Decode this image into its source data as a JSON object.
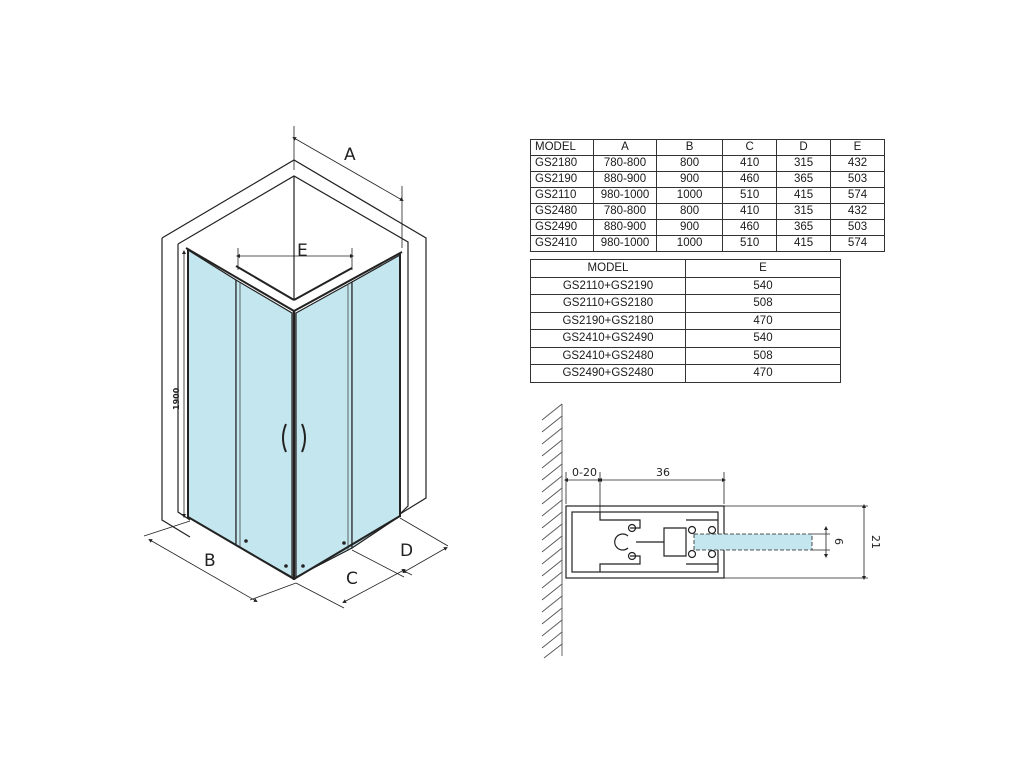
{
  "dimensions_table": {
    "headers": [
      "MODEL",
      "A",
      "B",
      "C",
      "D",
      "E"
    ],
    "rows": [
      [
        "GS2180",
        "780-800",
        "800",
        "410",
        "315",
        "432"
      ],
      [
        "GS2190",
        "880-900",
        "900",
        "460",
        "365",
        "503"
      ],
      [
        "GS2110",
        "980-1000",
        "1000",
        "510",
        "415",
        "574"
      ],
      [
        "GS2480",
        "780-800",
        "800",
        "410",
        "315",
        "432"
      ],
      [
        "GS2490",
        "880-900",
        "900",
        "460",
        "365",
        "503"
      ],
      [
        "GS2410",
        "980-1000",
        "1000",
        "510",
        "415",
        "574"
      ]
    ]
  },
  "combination_table": {
    "headers": [
      "MODEL",
      "E"
    ],
    "rows": [
      [
        "GS2110+GS2190",
        "540"
      ],
      [
        "GS2110+GS2180",
        "508"
      ],
      [
        "GS2190+GS2180",
        "470"
      ],
      [
        "GS2410+GS2490",
        "540"
      ],
      [
        "GS2410+GS2480",
        "508"
      ],
      [
        "GS2490+GS2480",
        "470"
      ]
    ]
  },
  "enclosure_drawing": {
    "label_a": "A",
    "label_b": "B",
    "label_c": "C",
    "label_d": "D",
    "label_e": "E",
    "height_label": "1900"
  },
  "profile_detail": {
    "label_gap": "0-20",
    "label_depth": "36",
    "label_glass": "6",
    "label_height": "21"
  },
  "colors": {
    "glass": "#c4e6ee",
    "glass_inner": "#d6eef3",
    "line": "#222222",
    "wall_hatch": "#555555"
  }
}
